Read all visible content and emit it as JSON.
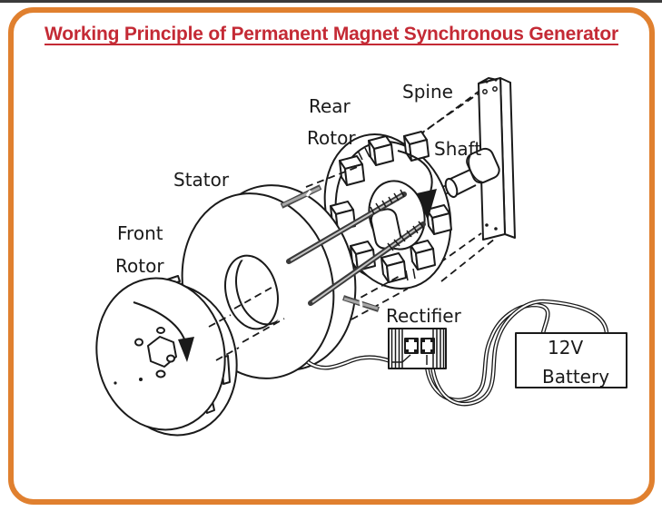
{
  "page": {
    "title": "Working Principle of Permanent Magnet Synchronous Generator",
    "colors": {
      "frame": "#E0802F",
      "title": "#C42A35",
      "ink": "#1A1A1A"
    }
  },
  "diagram": {
    "labels": {
      "rear_rotor": [
        "Rear",
        "Rotor"
      ],
      "spine": "Spine",
      "shaft": "Shaft",
      "stator": "Stator",
      "front_rotor": [
        "Front",
        "Rotor"
      ],
      "rectifier": "Rectifier",
      "battery": [
        "12V",
        "Battery"
      ]
    }
  }
}
